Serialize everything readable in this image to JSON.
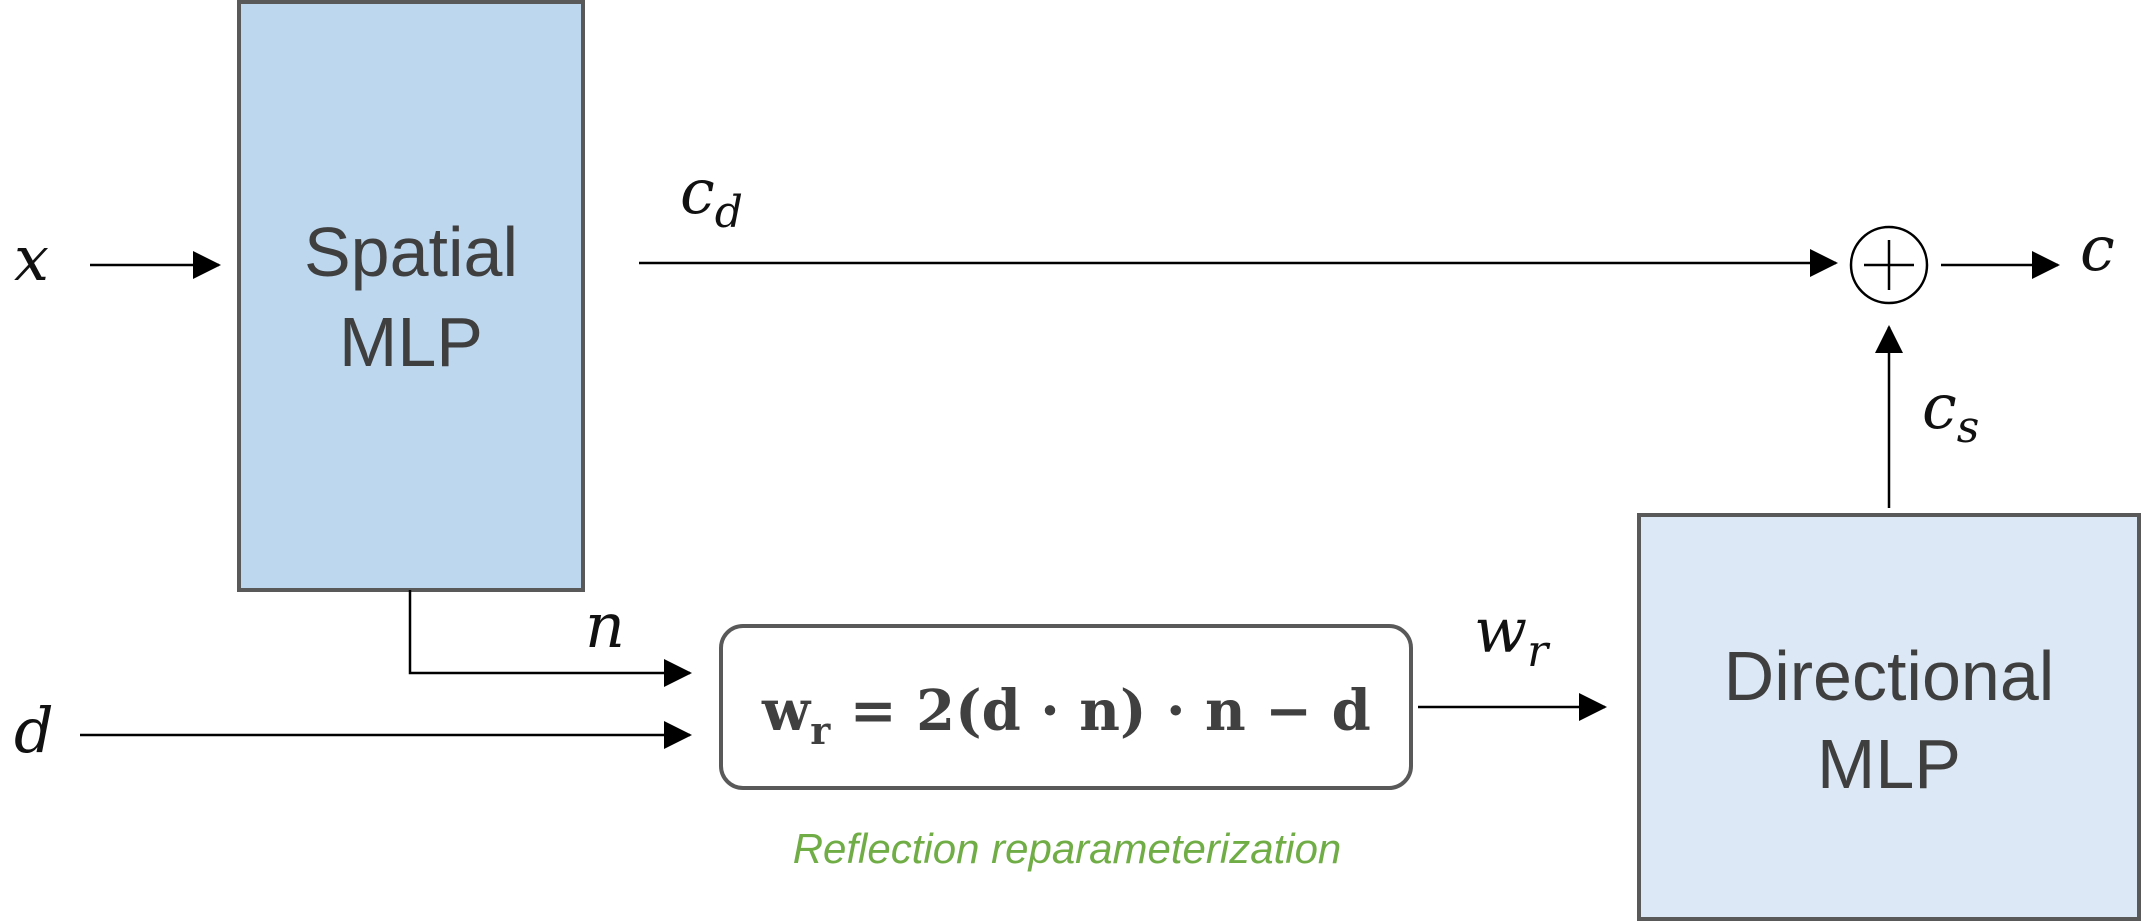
{
  "inputs": {
    "x": "x",
    "d": "d",
    "n": "n"
  },
  "spatial_mlp": {
    "line1": "Spatial",
    "line2": "MLP",
    "fill": "#bdd7ee"
  },
  "directional_mlp": {
    "line1": "Directional",
    "line2": "MLP",
    "fill": "#dce8f5"
  },
  "signals": {
    "c_d_base": "c",
    "c_d_sub": "d",
    "c_s_base": "c",
    "c_s_sub": "s",
    "w_r_base": "w",
    "w_r_sub": "r",
    "c_out": "c",
    "sum_symbol": "+"
  },
  "reflection": {
    "formula_w": "w",
    "formula_sub": "r",
    "formula_rest": " = 2(d · n) · n − d",
    "caption": "Reflection reparameterization",
    "caption_color": "#70ad47"
  },
  "colors": {
    "block_border": "#595959",
    "line": "#000000"
  }
}
